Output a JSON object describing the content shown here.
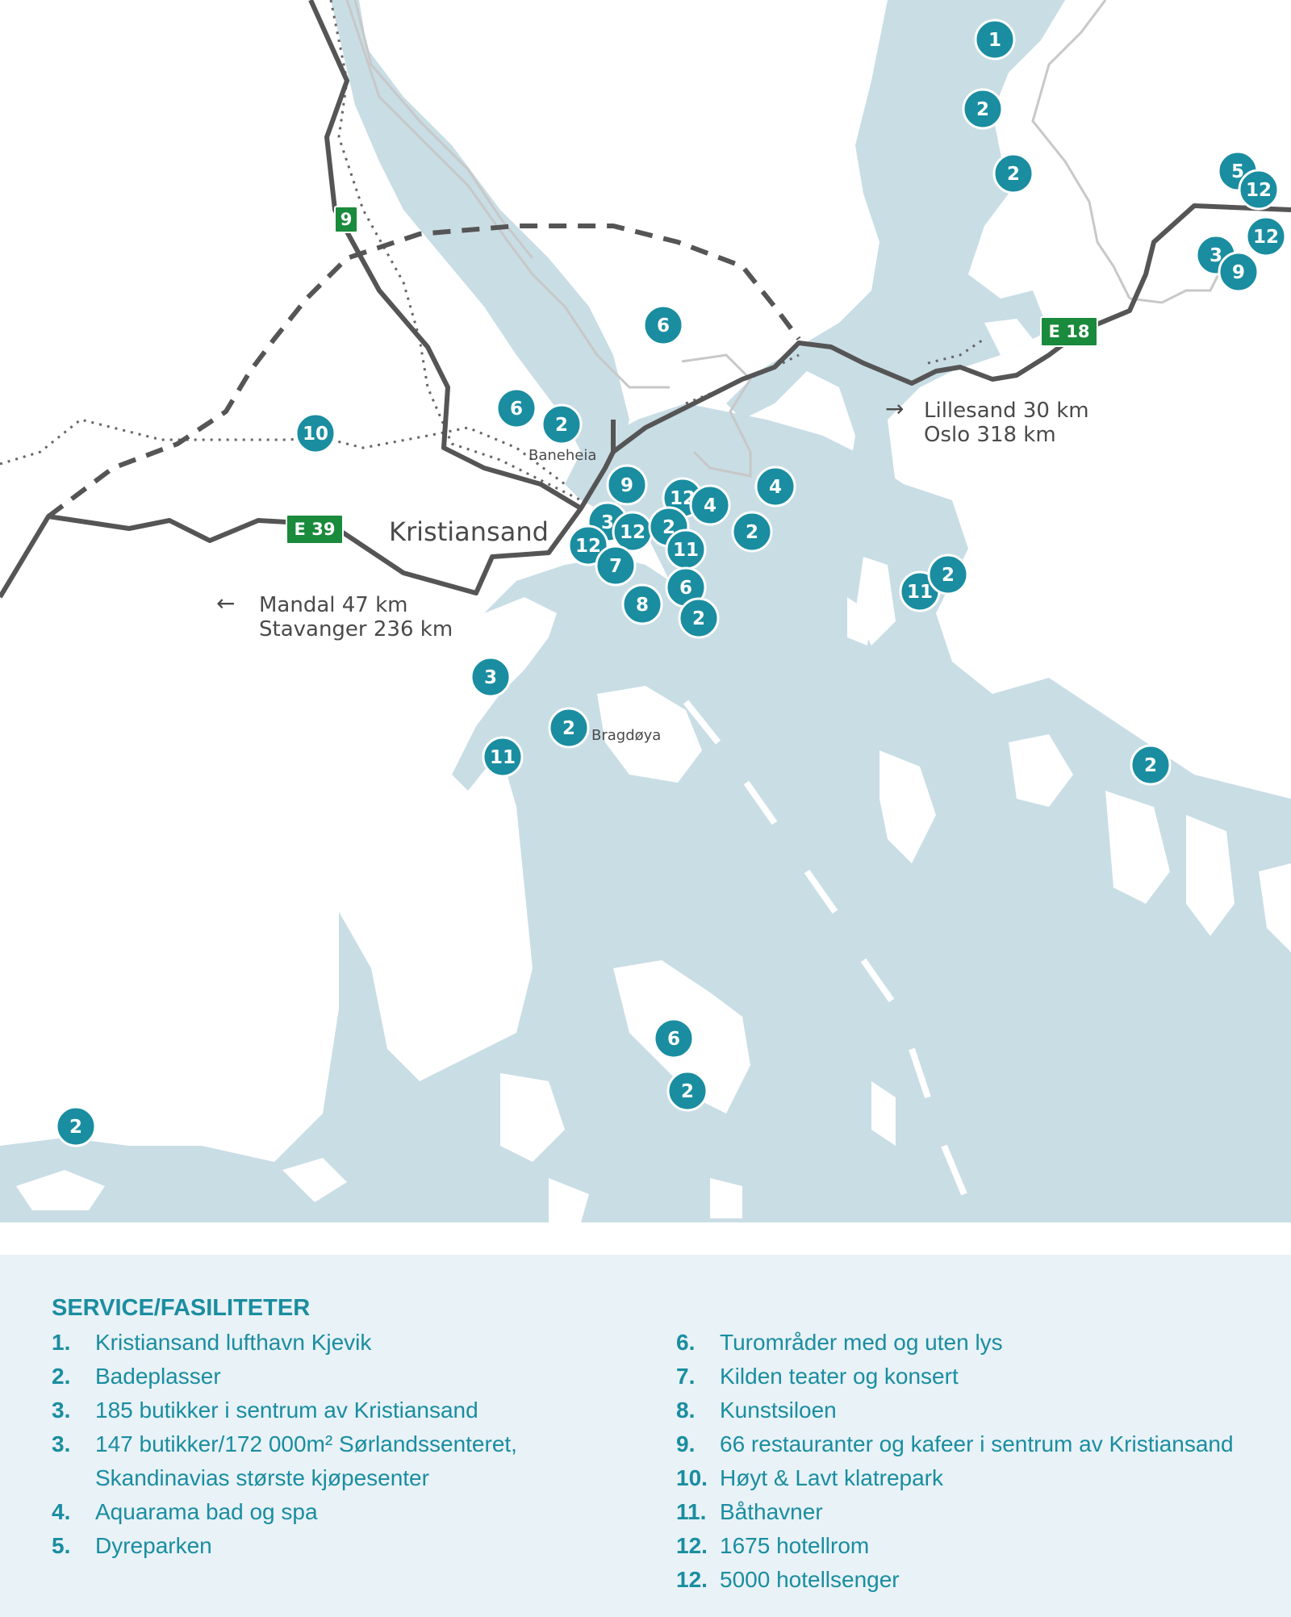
{
  "map": {
    "place_labels": {
      "city": "Kristiansand",
      "baneheia": "Baneheia",
      "bragdoya": "Bragdøya"
    },
    "directions": {
      "east_line1": "Lillesand 30 km",
      "east_line2": "Oslo 318 km",
      "west_line1": "Mandal 47 km",
      "west_line2": "Stavanger 236 km",
      "east_arrow": "→",
      "west_arrow": "←"
    },
    "road_shields": {
      "e39": "E 39",
      "e18": "E 18",
      "rv9": "9"
    },
    "markers": [
      "1",
      "2",
      "2",
      "5",
      "12",
      "12",
      "3",
      "9",
      "6",
      "6",
      "2",
      "10",
      "9",
      "4",
      "12",
      "4",
      "3",
      "12",
      "2",
      "12",
      "11",
      "7",
      "2",
      "6",
      "8",
      "2",
      "11",
      "2",
      "3",
      "2",
      "11",
      "2",
      "6",
      "2",
      "2"
    ],
    "colors": {
      "water": "#c9dde5",
      "marker": "#1a8da0",
      "road_main": "#555555",
      "road_secondary": "#c8c8c8",
      "shield": "#1a8a3c"
    }
  },
  "legend": {
    "title": "SERVICE/FASILITETER",
    "left": [
      {
        "num": "1.",
        "text": "Kristiansand lufthavn Kjevik"
      },
      {
        "num": "2.",
        "text": "Badeplasser"
      },
      {
        "num": "3.",
        "text": "185 butikker i sentrum av Kristiansand"
      },
      {
        "num": "3.",
        "text": "147 butikker/172 000m² Sørlandssenteret,"
      },
      {
        "num": "",
        "text": "Skandinavias største kjøpesenter"
      },
      {
        "num": "4.",
        "text": "Aquarama bad og spa"
      },
      {
        "num": "5.",
        "text": "Dyreparken"
      }
    ],
    "right": [
      {
        "num": "6.",
        "text": "Turområder med og uten lys"
      },
      {
        "num": "7.",
        "text": "Kilden teater og konsert"
      },
      {
        "num": "8.",
        "text": "Kunstsiloen"
      },
      {
        "num": "9.",
        "text": "66 restauranter og kafeer i sentrum av Kristiansand"
      },
      {
        "num": "10.",
        "text": "Høyt & Lavt klatrepark"
      },
      {
        "num": "11.",
        "text": "Båthavner"
      },
      {
        "num": "12.",
        "text": "1675 hotellrom"
      },
      {
        "num": "12.",
        "text": "5000 hotellsenger"
      }
    ]
  }
}
